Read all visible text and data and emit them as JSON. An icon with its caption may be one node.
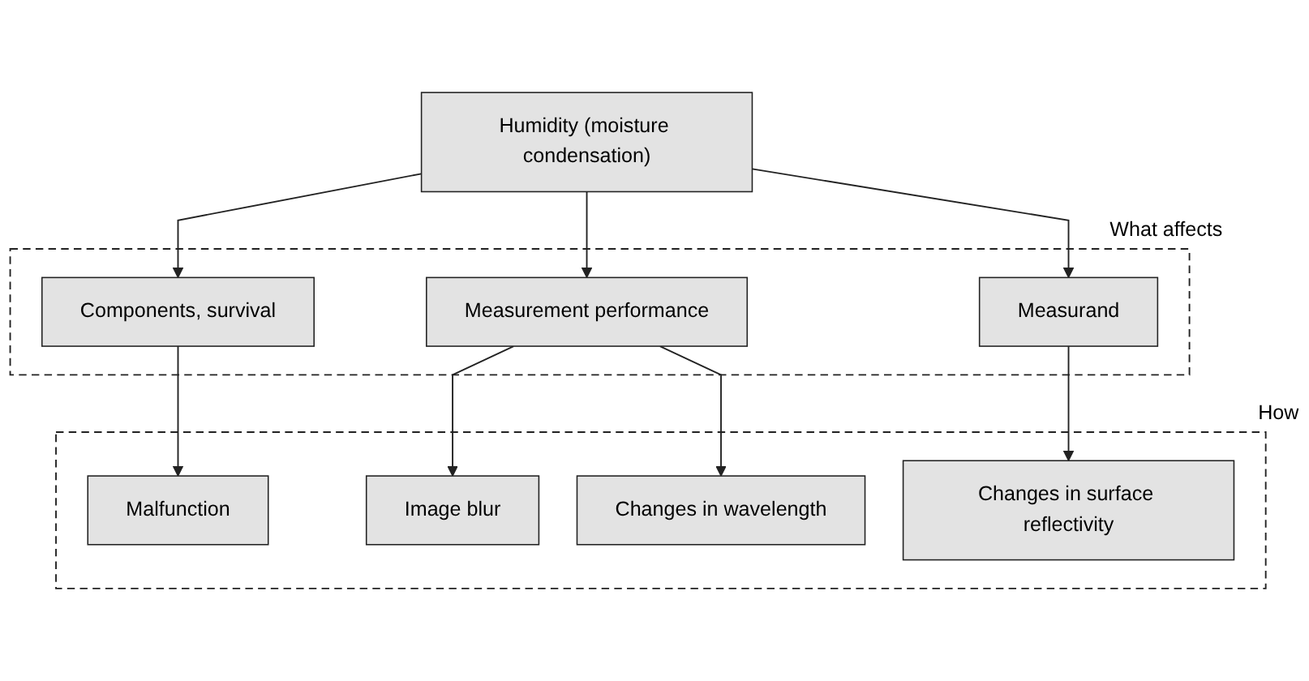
{
  "diagram": {
    "nodes": [
      {
        "text": [
          "Humidity (moisture condensation)"
        ]
      },
      {
        "text": [
          "What affects"
        ]
      },
      {
        "text": [
          "Components, survival"
        ],
        "in": 1
      },
      {
        "text": [
          "Measurement performance"
        ],
        "in": 1
      },
      {
        "text": [
          "Measurand"
        ],
        "in": 1
      },
      {
        "text": [
          "How"
        ]
      },
      {
        "text": [
          "Malfunction"
        ],
        "in": 5
      },
      {
        "text": [
          "Image blur"
        ],
        "in": 5
      },
      {
        "text": [
          "Changes in wavelength"
        ],
        "in": 5
      },
      {
        "text": [
          "Changes in surface reflectivity"
        ],
        "in": 5
      }
    ],
    "edges": [
      {
        "from": 0,
        "to": 2,
        "arrow": "to"
      },
      {
        "from": 0,
        "to": 3,
        "arrow": "to"
      },
      {
        "from": 0,
        "to": 4,
        "arrow": "to"
      },
      {
        "from": 2,
        "to": 6,
        "arrow": "to"
      },
      {
        "from": 3,
        "to": 7,
        "arrow": "to"
      },
      {
        "from": 3,
        "to": 8,
        "arrow": "to"
      },
      {
        "from": 4,
        "to": 9,
        "arrow": "to"
      }
    ]
  }
}
